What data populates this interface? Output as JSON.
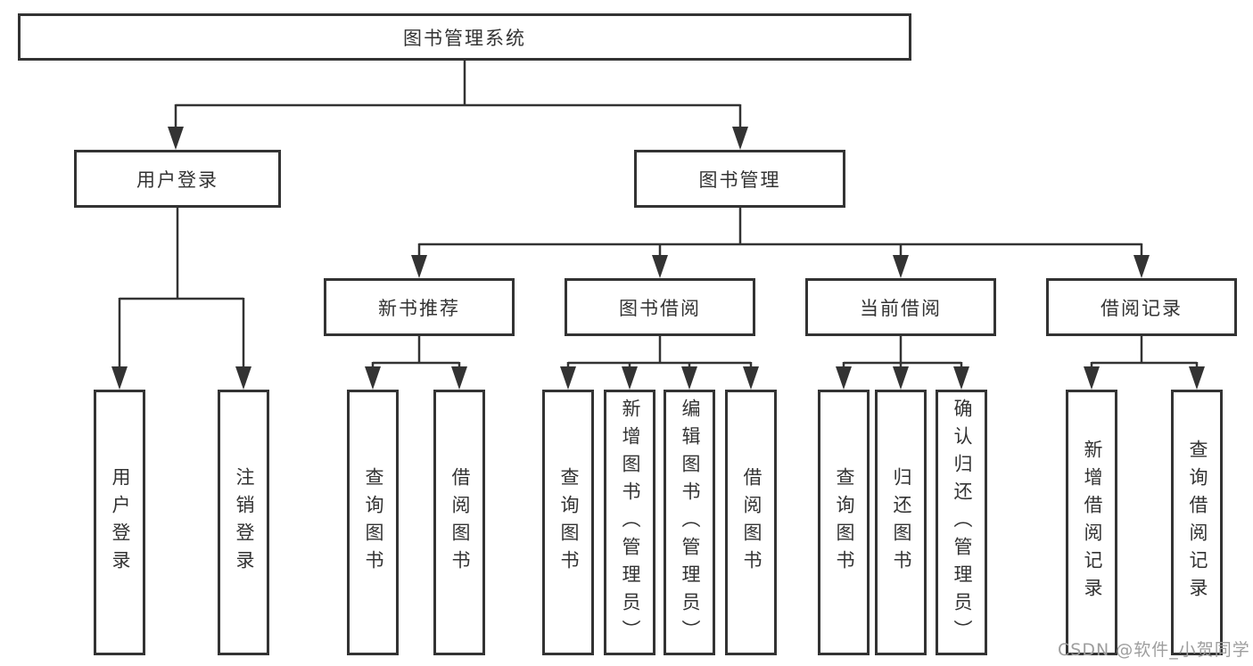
{
  "diagram": {
    "title_hint": "library-management-system-function-structure",
    "root": {
      "label": "图书管理系统"
    },
    "level2": [
      {
        "label": "用户登录"
      },
      {
        "label": "图书管理"
      }
    ],
    "level3": [
      {
        "label": "新书推荐"
      },
      {
        "label": "图书借阅"
      },
      {
        "label": "当前借阅"
      },
      {
        "label": "借阅记录"
      }
    ],
    "leaves": {
      "user_login": [
        {
          "label": "用户登录"
        },
        {
          "label": "注销登录"
        }
      ],
      "new_book_recommend": [
        {
          "label": "查询图书"
        },
        {
          "label": "借阅图书"
        }
      ],
      "book_borrow": [
        {
          "label": "查询图书"
        },
        {
          "label": "新增图书（管理员）"
        },
        {
          "label": "编辑图书（管理员）"
        },
        {
          "label": "借阅图书"
        }
      ],
      "current_borrow": [
        {
          "label": "查询图书"
        },
        {
          "label": "归还图书"
        },
        {
          "label": "确认归还（管理员）"
        }
      ],
      "borrow_record": [
        {
          "label": "新增借阅记录"
        },
        {
          "label": "查询借阅记录"
        }
      ]
    },
    "watermark": "CSDN @软件_小贺同学",
    "colors": {
      "line": "#333333",
      "text": "#333333",
      "box_fill": "#ffffff",
      "watermark": "#9e9e9e",
      "background": "#ffffff"
    }
  }
}
